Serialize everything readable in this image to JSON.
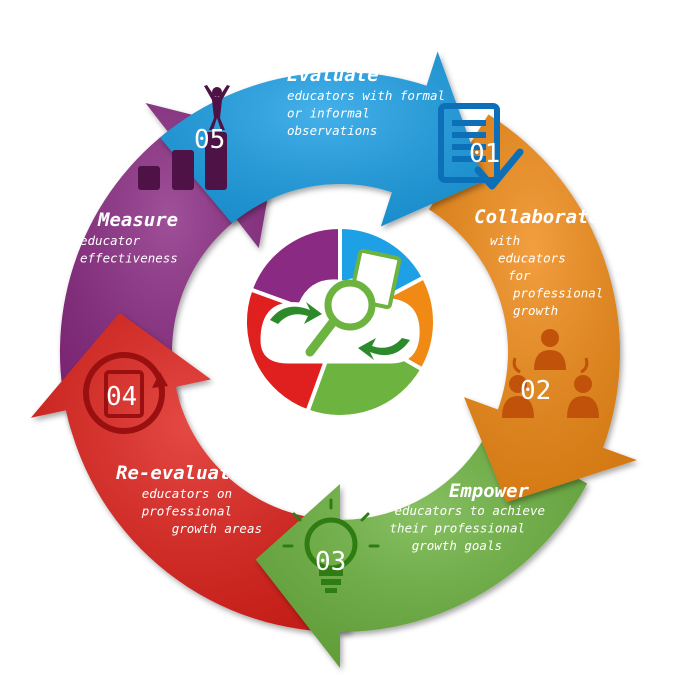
{
  "steps": [
    {
      "number": "01",
      "title": "Evaluate",
      "description": [
        "educators with formal",
        "or informal",
        "observations"
      ],
      "color": "#1ea0e6",
      "icon": "document-check-icon"
    },
    {
      "number": "02",
      "title": "Collaborate",
      "description": [
        "with",
        "educators",
        "for",
        "professional",
        "growth"
      ],
      "color": "#f08a14",
      "icon": "team-collaboration-icon"
    },
    {
      "number": "03",
      "title": "Empower",
      "description": [
        "educators to achieve",
        "their professional",
        "growth goals"
      ],
      "color": "#6db33f",
      "icon": "lightbulb-icon"
    },
    {
      "number": "04",
      "title": "Re-evaluate",
      "description": [
        "educators on",
        "professional",
        "growth areas"
      ],
      "color": "#e0201e",
      "icon": "document-refresh-icon"
    },
    {
      "number": "05",
      "title": "Measure",
      "description": [
        "educator",
        "effectiveness"
      ],
      "color": "#8a2a82",
      "icon": "bar-chart-success-icon"
    }
  ],
  "center": {
    "icon": "magnifier-cycle-icon",
    "colors": [
      "#8a2a82",
      "#1ea0e6",
      "#f08a14",
      "#6db33f",
      "#e0201e"
    ]
  }
}
